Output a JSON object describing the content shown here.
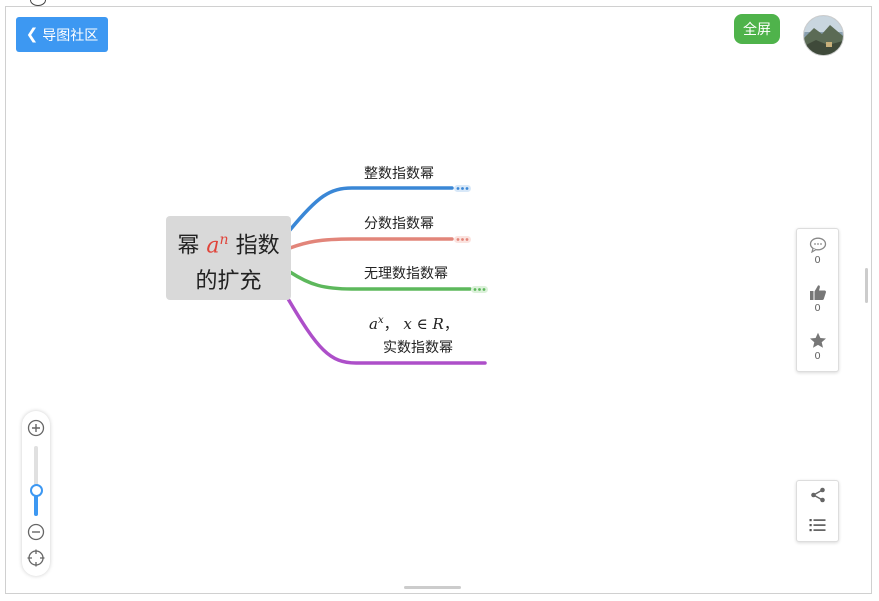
{
  "header": {
    "back_label": "导图社区",
    "fullscreen_label": "全屏"
  },
  "mindmap": {
    "root": {
      "text_before": "幂",
      "math": "a",
      "math_sup": "n",
      "text_after": "指数",
      "line2": "的扩充"
    },
    "branches": [
      {
        "label": "整数指数幂",
        "color": "#3a87d6"
      },
      {
        "label": "分数指数幂",
        "color": "#e2857a"
      },
      {
        "label": "无理数指数幂",
        "color": "#5db85c"
      },
      {
        "label": "实数指数幂",
        "color": "#ad4fc9"
      }
    ],
    "formula": {
      "base": "a",
      "sup": "x",
      "sep1": "，",
      "var": "x",
      "rel": "∈",
      "set": "R",
      "sep2": "，"
    }
  },
  "side_panel": {
    "comments": {
      "icon": "comment-icon",
      "count": "0"
    },
    "likes": {
      "icon": "thumbs-up-icon",
      "count": "0"
    },
    "favorites": {
      "icon": "star-icon",
      "count": "0"
    }
  },
  "tools_panel": {
    "share": {
      "icon": "share-icon"
    },
    "outline": {
      "icon": "list-icon"
    }
  },
  "zoom": {
    "level": 0.4
  }
}
